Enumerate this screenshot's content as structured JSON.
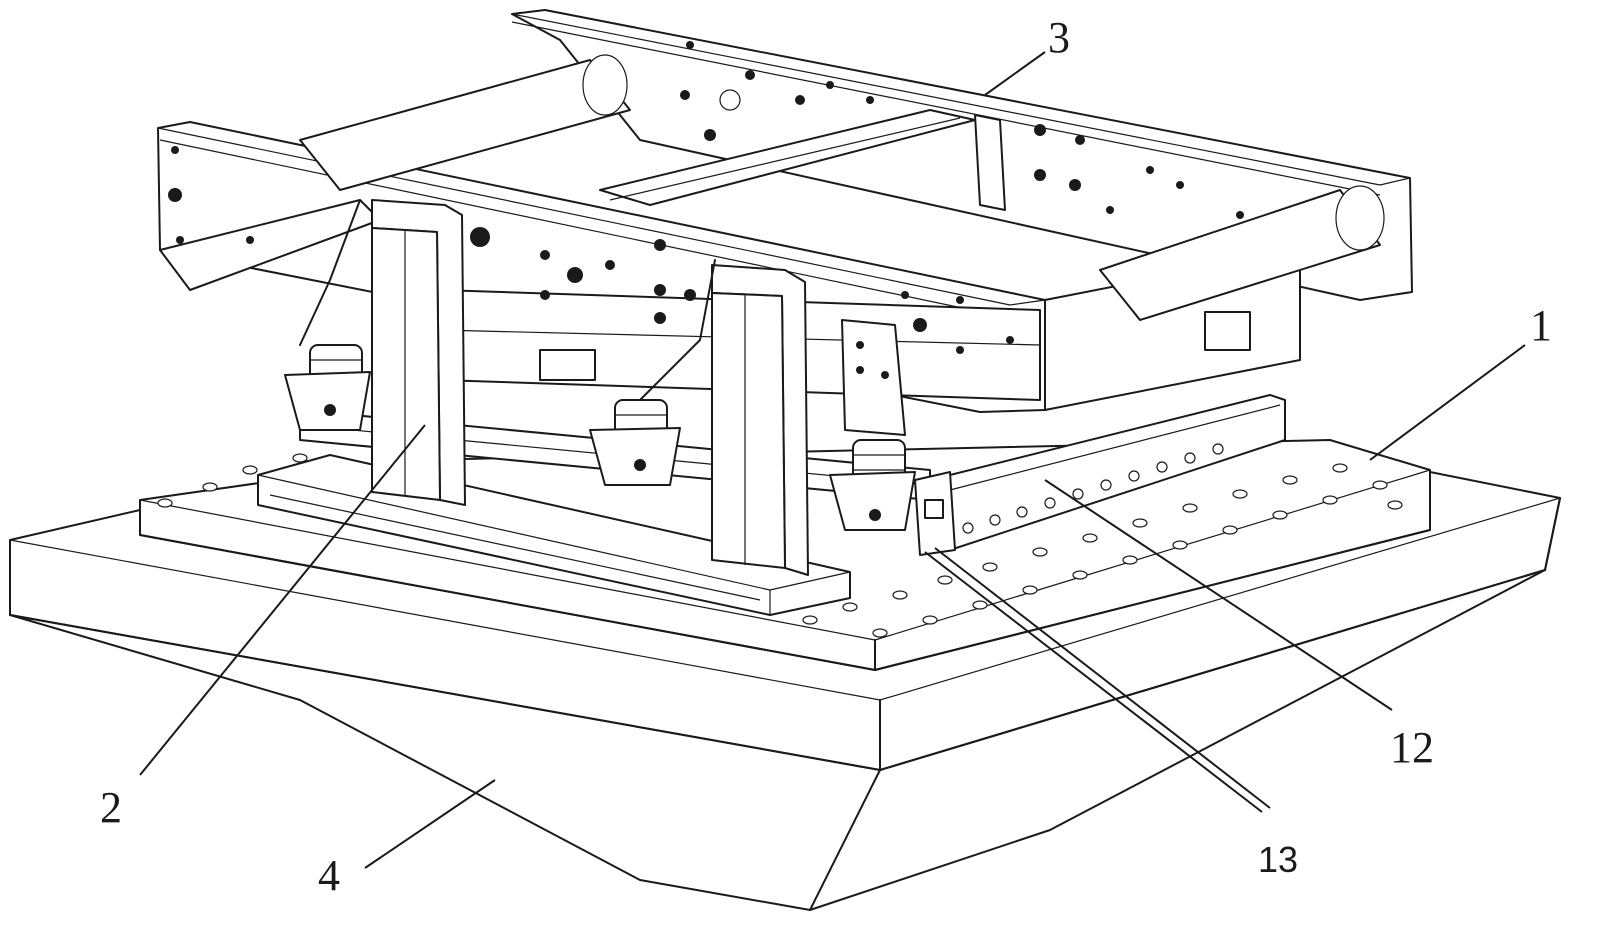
{
  "figure": {
    "labels": {
      "label_1": "1",
      "label_2": "2",
      "label_3": "3",
      "label_4": "4",
      "label_12": "12",
      "label_13": "13"
    }
  }
}
